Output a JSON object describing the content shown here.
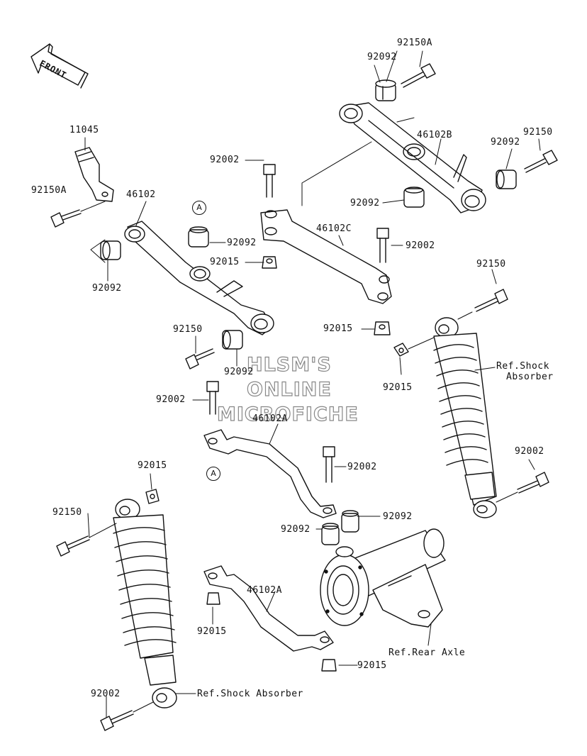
{
  "diagram": {
    "front_label": "FRONT",
    "callout": "A",
    "watermark": [
      "HLSM'S",
      "ONLINE",
      "MICROFICHE"
    ],
    "refs": {
      "shock_absorber_1": "Ref.Shock",
      "shock_absorber_2": "Absorber",
      "shock_absorber_lower": "Ref.Shock Absorber",
      "rear_axle": "Ref.Rear Axle"
    },
    "parts": {
      "p92150A_top": "92150A",
      "p92092_top": "92092",
      "p46102B": "46102B",
      "p92150_right": "92150",
      "p92092_right": "92092",
      "p92002_upper": "92002",
      "p92092_mid": "92092",
      "p11045": "11045",
      "p92150A_left": "92150A",
      "p46102": "46102",
      "p92092_a": "92092",
      "p92015_a": "92015",
      "p46102C": "46102C",
      "p92002_c": "92002",
      "p92092_left": "92092",
      "p92015_c": "92015",
      "p92150_shock_r": "92150",
      "p92150_mid": "92150",
      "p92015_shock_r": "92015",
      "p92092_lower": "92092",
      "p92002_mid": "92002",
      "p46102A_upper": "46102A",
      "p92002_shock_r": "92002",
      "p92015_left": "92015",
      "p92002_a2": "92002",
      "p92150_left": "92150",
      "p92092_axle1": "92092",
      "p92092_axle2": "92092",
      "p46102A_lower": "46102A",
      "p92015_lower": "92015",
      "p92015_axle": "92015",
      "p92002_bottom": "92002"
    }
  }
}
